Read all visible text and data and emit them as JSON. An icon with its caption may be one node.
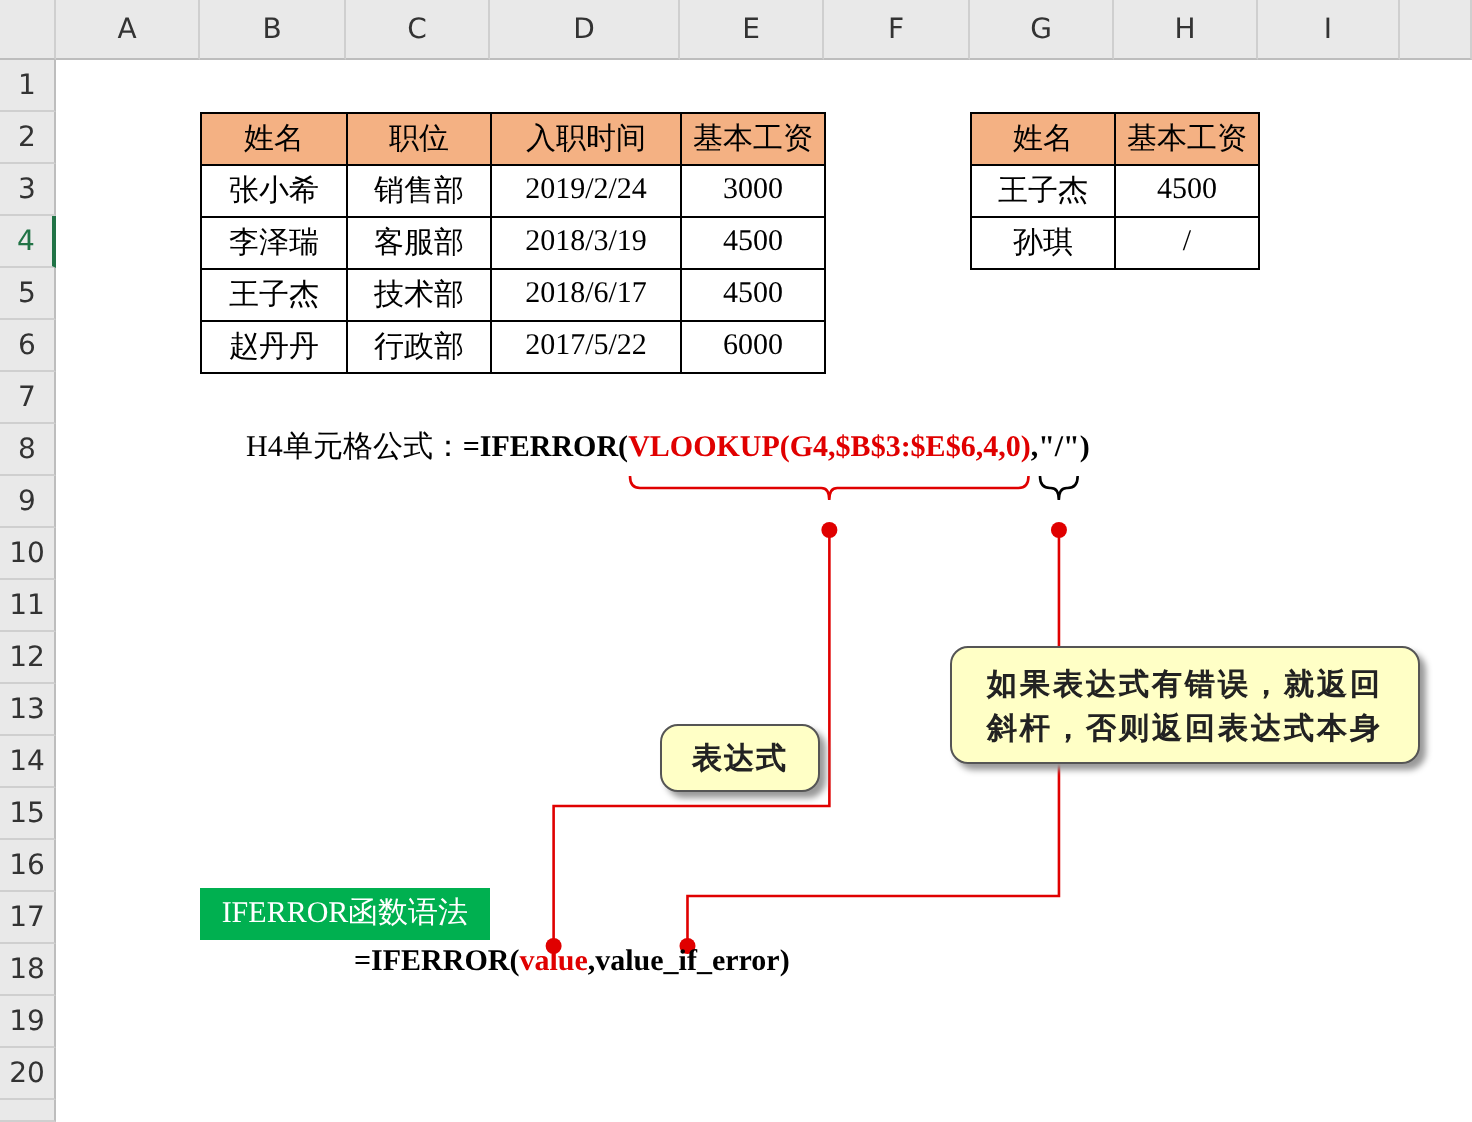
{
  "diagram": {
    "nodes": [
      {
        "text": [
          "VLOOKUP(G4,$B$3:$E$6,4,0)"
        ]
      },
      {
        "text": [
          "\"/\""
        ]
      },
      {
        "text": [
          "表达式"
        ]
      },
      {
        "text": [
          "如果表达式有错误，就返回斜杆，否则返回表达式本身"
        ]
      },
      {
        "text": [
          "IFERROR函数语法"
        ]
      },
      {
        "text": [
          "value"
        ]
      },
      {
        "text": [
          "value_if_error"
        ]
      }
    ],
    "edges": [
      {
        "from": 0,
        "to": 5,
        "arrow": "other"
      },
      {
        "from": 1,
        "to": 6,
        "arrow": "other"
      }
    ],
    "labels": [
      "A",
      "B",
      "C",
      "D",
      "E",
      "F",
      "G",
      "H",
      "I",
      "1",
      "2",
      "3",
      "4",
      "5",
      "6",
      "7",
      "8",
      "9",
      "10",
      "11",
      "12",
      "13",
      "14",
      "15",
      "16",
      "17",
      "18",
      "19",
      "20",
      "姓名",
      "职位",
      "入职时间",
      "基本工资",
      "张小希",
      "销售部",
      "2019/2/24",
      "3000",
      "李泽瑞",
      "客服部",
      "2018/3/19",
      "4500",
      "王子杰",
      "技术部",
      "2018/6/17",
      "4500",
      "赵丹丹",
      "行政部",
      "2017/5/22",
      "6000",
      "姓名",
      "基本工资",
      "王子杰",
      "4500",
      "孙琪",
      "/",
      "H4单元格公式：**=IFERROR(**",
      ",",
      ")",
      "=IFERROR(",
      ",",
      ")"
    ]
  }
}
